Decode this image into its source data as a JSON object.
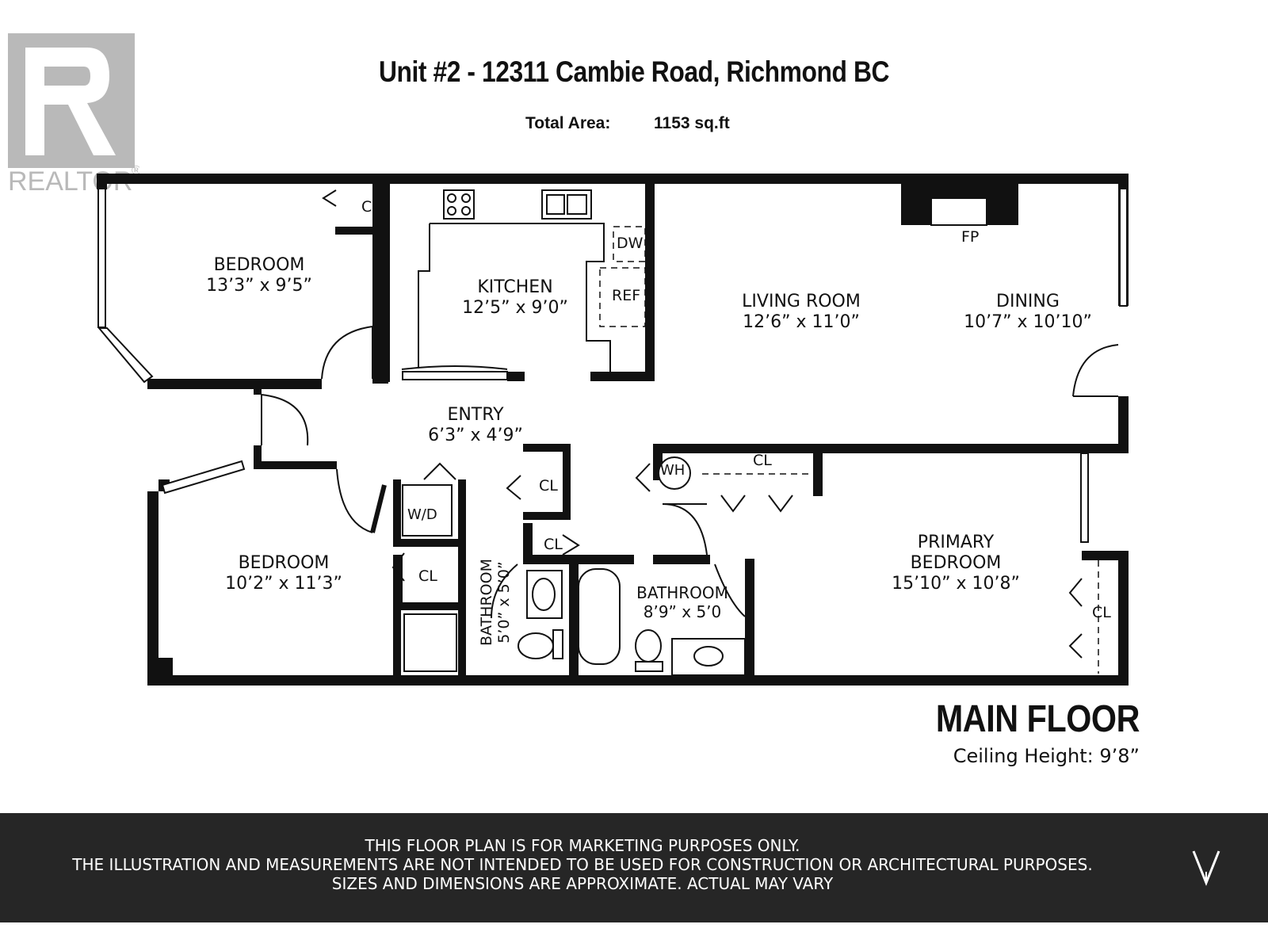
{
  "logo": {
    "text": "REALTOR",
    "mark": "®",
    "icon": "realtor-r-icon"
  },
  "header": {
    "title": "Unit #2 - 12311 Cambie Road, Richmond BC",
    "total_area_label": "Total Area:",
    "total_area_value": "1153 sq.ft"
  },
  "rooms": {
    "bedroom1": {
      "name": "BEDROOM",
      "dims": "13’3” x 9’5”"
    },
    "kitchen": {
      "name": "KITCHEN",
      "dims": "12’5” x 9’0”"
    },
    "living": {
      "name": "LIVING ROOM",
      "dims": "12’6” x 11’0”"
    },
    "dining": {
      "name": "DINING",
      "dims": "10’7” x 10’10”"
    },
    "entry": {
      "name": "ENTRY",
      "dims": "6’3” x 4’9”"
    },
    "bedroom2": {
      "name": "BEDROOM",
      "dims": "10’2” x 11’3”"
    },
    "bathroom_small": {
      "name": "BATHROOM",
      "dims": "5’0” x 5’0”"
    },
    "bathroom_main": {
      "name": "BATHROOM",
      "dims": "8’9” x 5’0"
    },
    "primary": {
      "name1": "PRIMARY",
      "name2": "BEDROOM",
      "dims": "15’10” x 10’8”"
    }
  },
  "labels": {
    "cl": "CL",
    "dw": "DW",
    "ref": "REF",
    "fp": "FP",
    "wh": "WH",
    "wd": "W/D"
  },
  "floor": {
    "title": "MAIN FLOOR",
    "ceiling": "Ceiling Height: 9’8”"
  },
  "footer": {
    "line1": "THIS FLOOR PLAN IS FOR MARKETING PURPOSES ONLY.",
    "line2": "THE ILLUSTRATION AND MEASUREMENTS ARE NOT INTENDED TO BE USED FOR CONSTRUCTION OR ARCHITECTURAL PURPOSES.",
    "line3": "SIZES AND DIMENSIONS ARE APPROXIMATE. ACTUAL MAY VARY",
    "brand_icon": "v-brand-icon"
  },
  "colors": {
    "wall": "#111111",
    "footer_bg": "#262626",
    "logo_grey": "#b9b9b9"
  }
}
